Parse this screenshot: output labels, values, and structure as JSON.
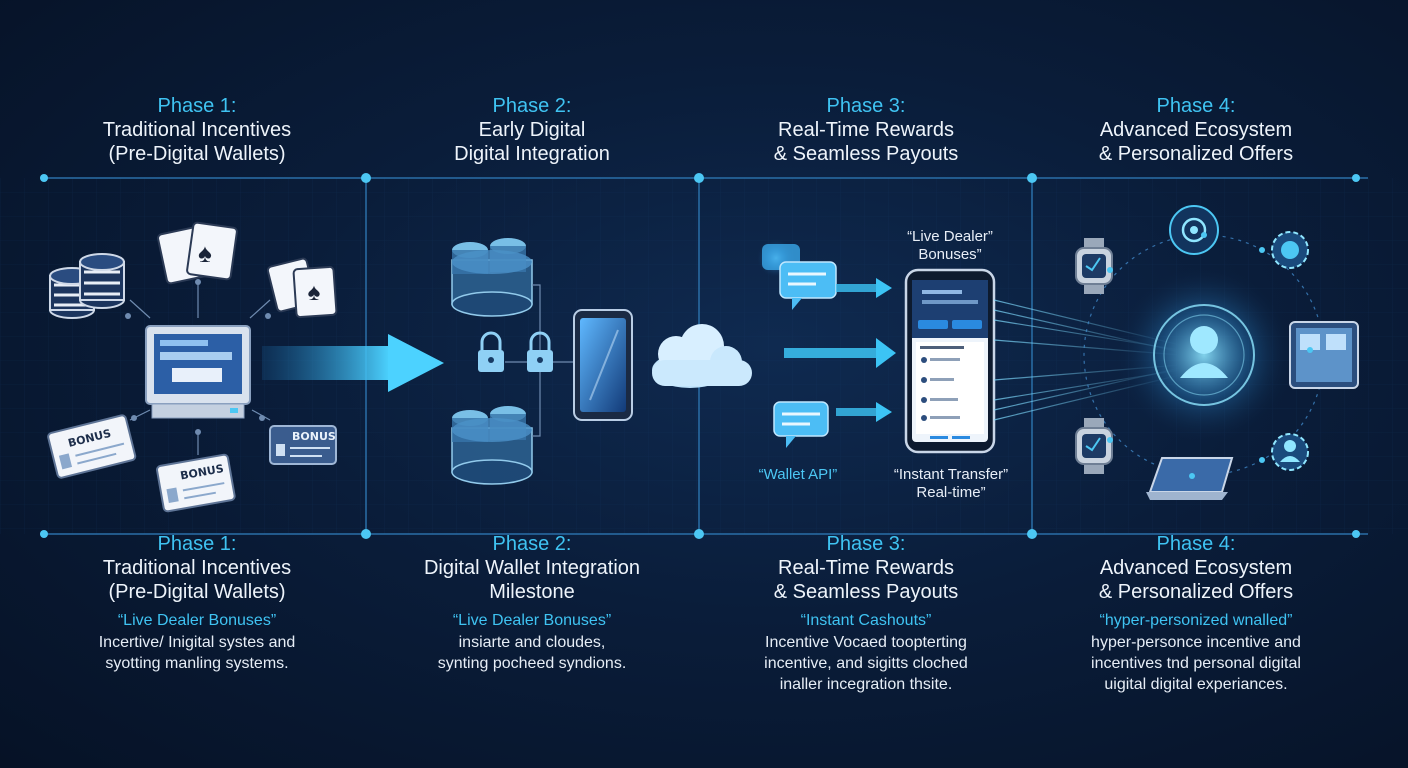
{
  "top_phases": [
    {
      "phase": "Phase 1:",
      "line1": "Traditional Incentives",
      "line2": "(Pre-Digital Wallets)"
    },
    {
      "phase": "Phase 2:",
      "line1": "Early Digital",
      "line2": "Digital Integration"
    },
    {
      "phase": "Phase 3:",
      "line1": "Real-Time Rewards",
      "line2": "& Seamless Payouts"
    },
    {
      "phase": "Phase 4:",
      "line1": "Advanced Ecosystem",
      "line2": "& Personalized Offers"
    }
  ],
  "bottom_phases": [
    {
      "phase": "Phase 1:",
      "line1": "Traditional Incentives",
      "line2": "(Pre-Digital Wallets)",
      "highlight": "“Live Dealer Bonuses”",
      "desc1": "Incertive/ Inigital systes and",
      "desc2": "syotting manling systems.",
      "desc3": ""
    },
    {
      "phase": "Phase 2:",
      "line1": "Digital Wallet Integration",
      "line2": "Milestone",
      "highlight": "“Live Dealer Bonuses”",
      "desc1": "insiarte and cloudes,",
      "desc2": "synting pocheed syndions.",
      "desc3": ""
    },
    {
      "phase": "Phase 3:",
      "line1": "Real-Time Rewards",
      "line2": "& Seamless Payouts",
      "highlight": "“Instant Cashouts”",
      "desc1": "Incentive Vocaed toopterting",
      "desc2": "incentive, and sigitts cloched",
      "desc3": "inaller incegration thsite."
    },
    {
      "phase": "Phase 4:",
      "line1": "Advanced Ecosystem",
      "line2": "& Personalized Offers",
      "highlight": "“hyper-personized wnalled”",
      "desc1": "hyper-personce incentive and",
      "desc2": "incentives tnd personal digital",
      "desc3": "uigital digital experiances."
    }
  ],
  "labels": {
    "live_dealer_l1": "“Live Dealer”",
    "live_dealer_l2": "Bonuses”",
    "wallet_api": "“Wallet API”",
    "instant_l1": "“Instant Transfer”",
    "instant_l2": "Real-time”",
    "bonus_card": "BONUS"
  },
  "colors": {
    "accent": "#3fc3f2",
    "background": "#0a1d3a",
    "line": "#2a6fa8"
  }
}
